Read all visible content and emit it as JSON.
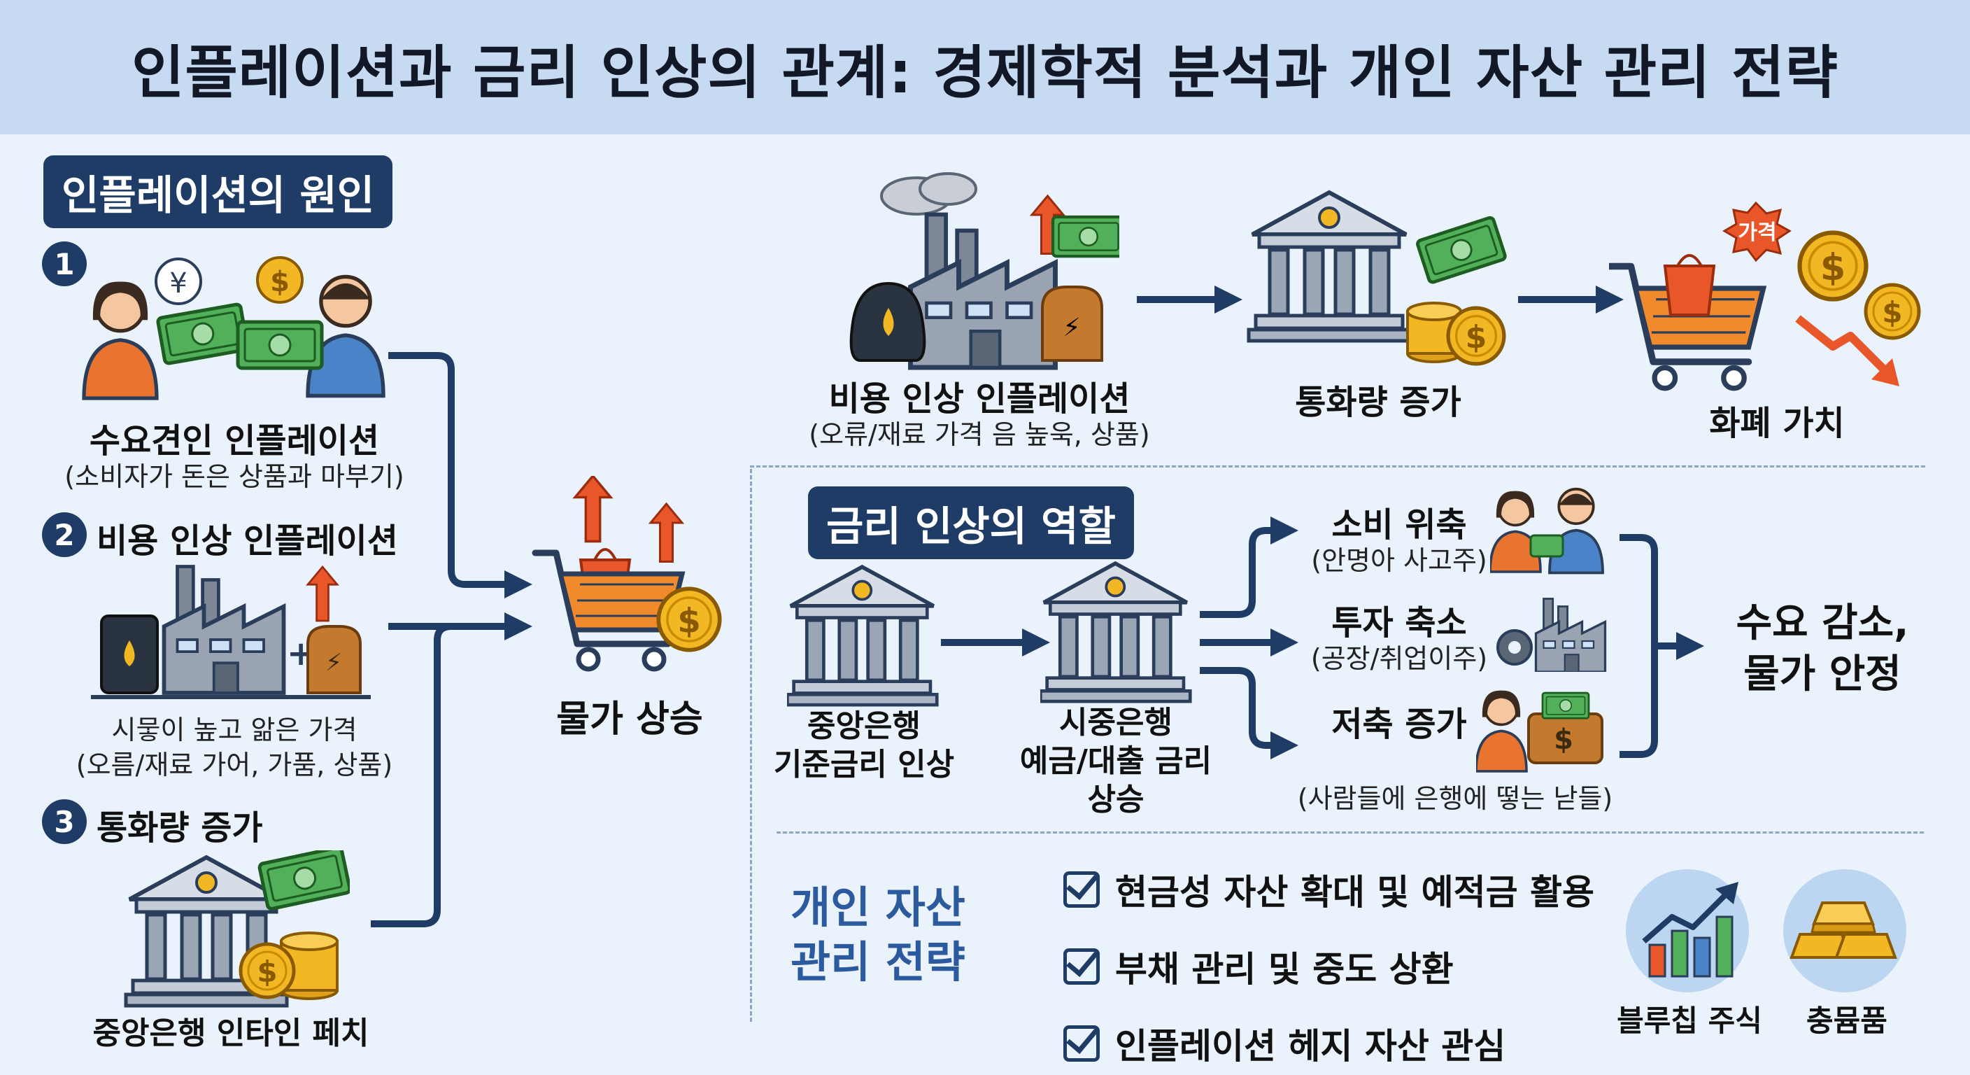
{
  "title": "인플레이션과 금리 인상의 관계: 경제학적 분석과 개인 자산 관리 전략",
  "causes": {
    "header": "인플레이션의 원인",
    "item1": {
      "num": "1",
      "label": "수요견인 인플레이션",
      "sub": "(소비자가 돈은 상품과 마부기)"
    },
    "item2": {
      "num": "2",
      "label": "비용 인상 인플레이션",
      "sub1": "시뭏이 높고 앎은 가격",
      "sub2": "(오름/재료 가어, 가품, 상품)"
    },
    "item3": {
      "num": "3",
      "label": "통화량 증가",
      "sub": "중앙은행 인타인 페치"
    },
    "result": "물가 상승"
  },
  "top_flow": {
    "step1_label": "비용 인상 인플레이션",
    "step1_sub": "(오류/재료 가격 음 높욱, 상품)",
    "step2_label": "통화량 증가",
    "step3_label": "화폐 가치",
    "price_tag": "가격"
  },
  "rate_hike": {
    "header": "금리 인상의 역할",
    "central_bank": [
      "중앙은행",
      "기준금리 인상"
    ],
    "market_bank": [
      "시중은행",
      "예금/대출 금리",
      "상승"
    ],
    "effect1": {
      "label": "소비 위축",
      "sub": "(안명아 사고주)"
    },
    "effect2": {
      "label": "투자 축소",
      "sub": "(공장/취업이주)"
    },
    "effect3": {
      "label": "저축 증가",
      "sub": "(사람들에 은행에 떻는 낟들)"
    },
    "result": [
      "수요 감소,",
      "물가 안정"
    ]
  },
  "strategy": {
    "title": [
      "개인 자산",
      "관리 전략"
    ],
    "items": [
      "현금성 자산 확대 및 예적금 활용",
      "부채 관리 및 중도 상환",
      "인플레이션 헤지 자산 관심"
    ],
    "asset1": "블루칩 주식",
    "asset2": "충뮴품"
  },
  "colors": {
    "navy": "#1f3c66",
    "money_green": "#3f9b4a",
    "coin_gold": "#f2b824",
    "arrow_orange": "#e8562a",
    "title_bg": "#c6dbf2"
  }
}
